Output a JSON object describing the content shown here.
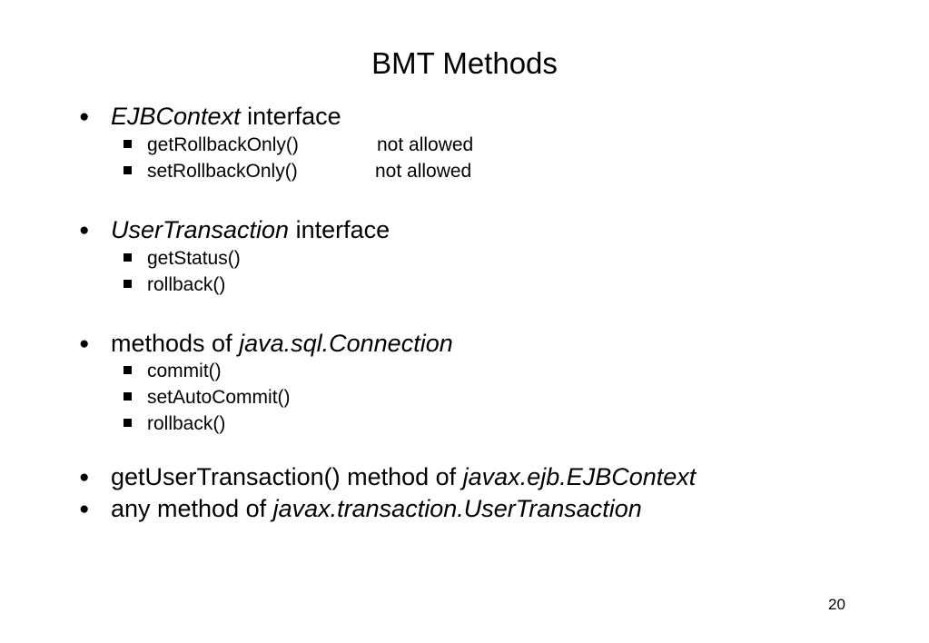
{
  "slide": {
    "title": "BMT Methods",
    "page_number": "20",
    "bullet_glyph": "●",
    "sections": {
      "ejbcontext": {
        "name": "EJBContext",
        "suffix": " interface",
        "items": [
          {
            "method": "getRollbackOnly()",
            "status": "not allowed"
          },
          {
            "method": "setRollbackOnly()",
            "status": "not allowed"
          }
        ]
      },
      "usertransaction": {
        "name": "UserTransaction",
        "suffix": " interface",
        "items": [
          {
            "method": "getStatus()"
          },
          {
            "method": "rollback()"
          }
        ]
      },
      "connection": {
        "prefix": "methods of ",
        "name": "java.sql.Connection",
        "items": [
          {
            "method": "commit()"
          },
          {
            "method": "setAutoCommit()"
          },
          {
            "method": "rollback()"
          }
        ]
      },
      "get_user_tx": {
        "prefix": "getUserTransaction() method of ",
        "name": "javax.ejb.EJBContext"
      },
      "any_method": {
        "prefix": "any method of ",
        "name": "javax.transaction.UserTransaction"
      }
    }
  }
}
